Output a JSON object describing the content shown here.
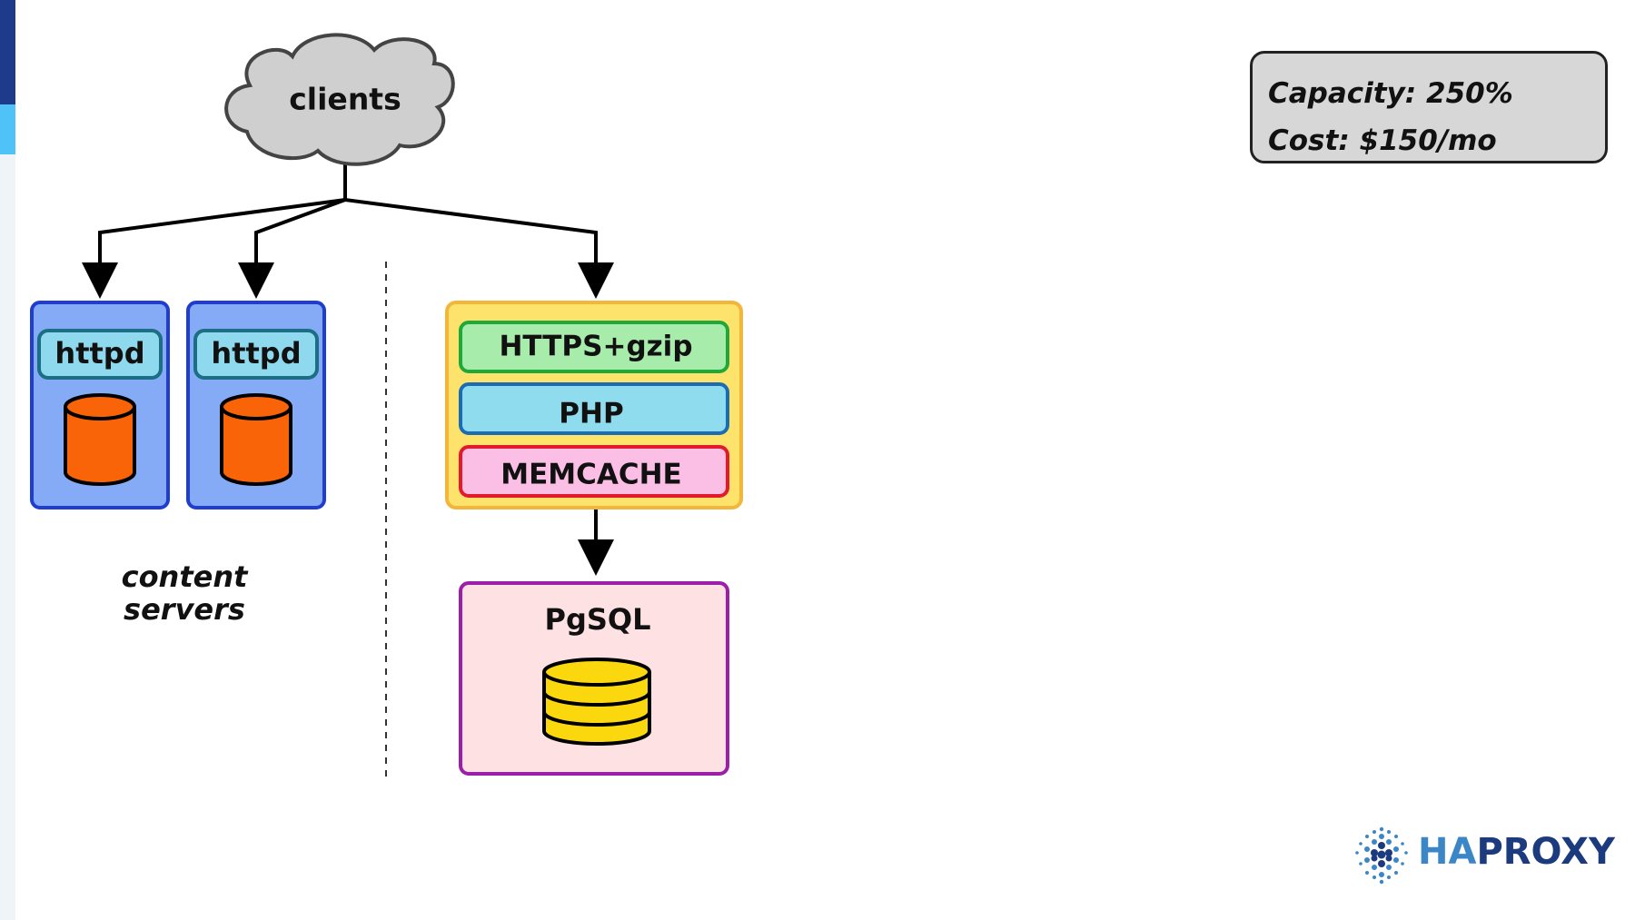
{
  "diagram": {
    "clients_label": "clients",
    "httpd_label_1": "httpd",
    "httpd_label_2": "httpd",
    "content_servers_line1": "content",
    "content_servers_line2": "servers",
    "https_label": "HTTPS+gzip",
    "php_label": "PHP",
    "memcache_label": "MEMCACHE",
    "pgsql_label": "PgSQL"
  },
  "info": {
    "capacity": "Capacity: 250%",
    "cost": "Cost: $150/mo"
  },
  "logo": {
    "part1": "HA",
    "part2": "PROXY"
  },
  "colors": {
    "server_fill": "#86abf6",
    "server_border": "#1f3ed0",
    "httpd_label_fill": "#8ed9ee",
    "cylinder_orange": "#fa6408",
    "app_fill": "#fde26b",
    "app_border": "#f2b73a",
    "https_fill": "#a8ecab",
    "https_border": "#20a83a",
    "php_fill": "#8fdcee",
    "php_border": "#1a6db5",
    "memcache_fill": "#fbbfe6",
    "memcache_border": "#e21a2c",
    "pgsql_fill": "#fde1e3",
    "pgsql_border": "#9b1fa8",
    "db_yellow": "#fbd80d",
    "cloud_fill": "#cfcfcf"
  }
}
